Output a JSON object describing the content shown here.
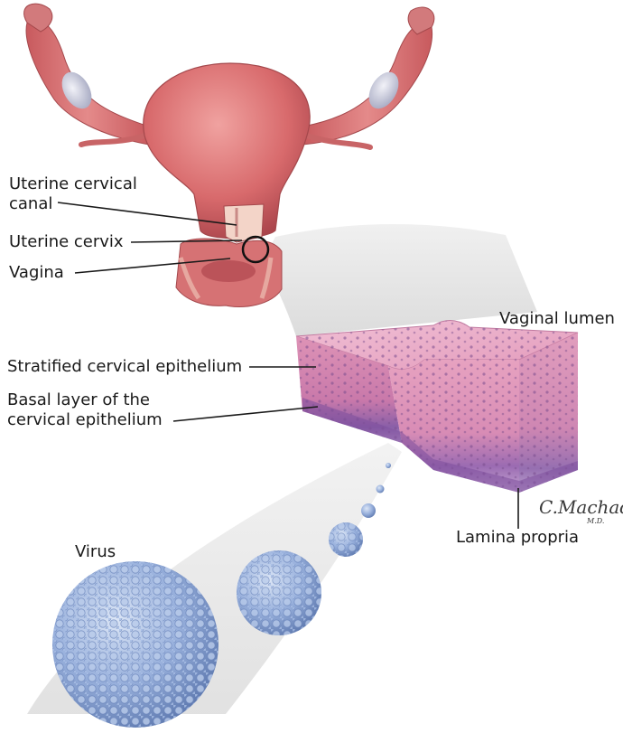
{
  "labels": {
    "cervical_canal": [
      "Uterine cervical",
      "canal"
    ],
    "cervix": "Uterine cervix",
    "vagina": "Vagina",
    "vaginal_lumen": "Vaginal lumen",
    "stratified_epithelium": "Stratified cervical epithelium",
    "basal_layer": [
      "Basal layer of the",
      "cervical epithelium"
    ],
    "lamina_propria": "Lamina propria",
    "virus": "Virus"
  },
  "signature": {
    "name": "C.Machado",
    "credential": "M.D."
  },
  "colors": {
    "uterus": "#d86a6c",
    "uterus_dark": "#b54a4f",
    "tissue_pink": "#e9a8c4",
    "basal_purple": "#8a5fa8",
    "virus_blue": "#8fa9d8",
    "funnel_gray": "#e6e6e6",
    "line": "#1a1a1a"
  }
}
